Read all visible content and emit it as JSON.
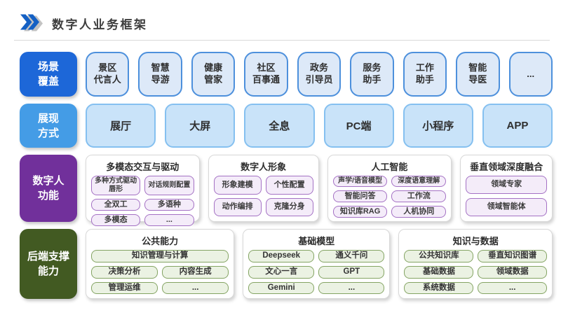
{
  "header": {
    "title": "数字人业务框架"
  },
  "accent_colors": {
    "scene_blue": "#1d67d8",
    "display_blue": "#449ce6",
    "function_purple": "#71309b",
    "backend_green": "#425a22"
  },
  "scenes": {
    "label": "场景\n覆盖",
    "items": [
      "景区\n代言人",
      "智慧\n导游",
      "健康\n管家",
      "社区\n百事通",
      "政务\n引导员",
      "服务\n助手",
      "工作\n助手",
      "智能\n导医",
      "..."
    ]
  },
  "display": {
    "label": "展现\n方式",
    "items": [
      "展厅",
      "大屏",
      "全息",
      "PC端",
      "小程序",
      "APP"
    ]
  },
  "functions": {
    "label": "数字人\n功能",
    "groups": [
      {
        "title": "多模态交互与驱动",
        "items": [
          "多种方式驱动唇形",
          "对话规则配置",
          "全双工",
          "多语种",
          "多模态",
          "..."
        ]
      },
      {
        "title": "数字人形象",
        "items": [
          "形象建模",
          "个性配置",
          "动作编排",
          "克隆分身"
        ]
      },
      {
        "title": "人工智能",
        "items": [
          "声学/语音模型",
          "深度语意理解",
          "智能问答",
          "工作流",
          "知识库RAG",
          "人机协同"
        ]
      },
      {
        "title": "垂直领域深度融合",
        "items": [
          "领域专家",
          "领域智能体"
        ]
      }
    ]
  },
  "backend": {
    "label": "后端支撑\n能力",
    "groups": [
      {
        "title": "公共能力",
        "items": [
          "知识管理与计算",
          "决策分析",
          "内容生成",
          "管理运维",
          "..."
        ]
      },
      {
        "title": "基础模型",
        "items": [
          "Deepseek",
          "通义千问",
          "文心一言",
          "GPT",
          "Gemini",
          "..."
        ]
      },
      {
        "title": "知识与数据",
        "items": [
          "公共知识库",
          "垂直知识图谱",
          "基础数据",
          "领域数据",
          "系统数据",
          "..."
        ]
      }
    ]
  }
}
